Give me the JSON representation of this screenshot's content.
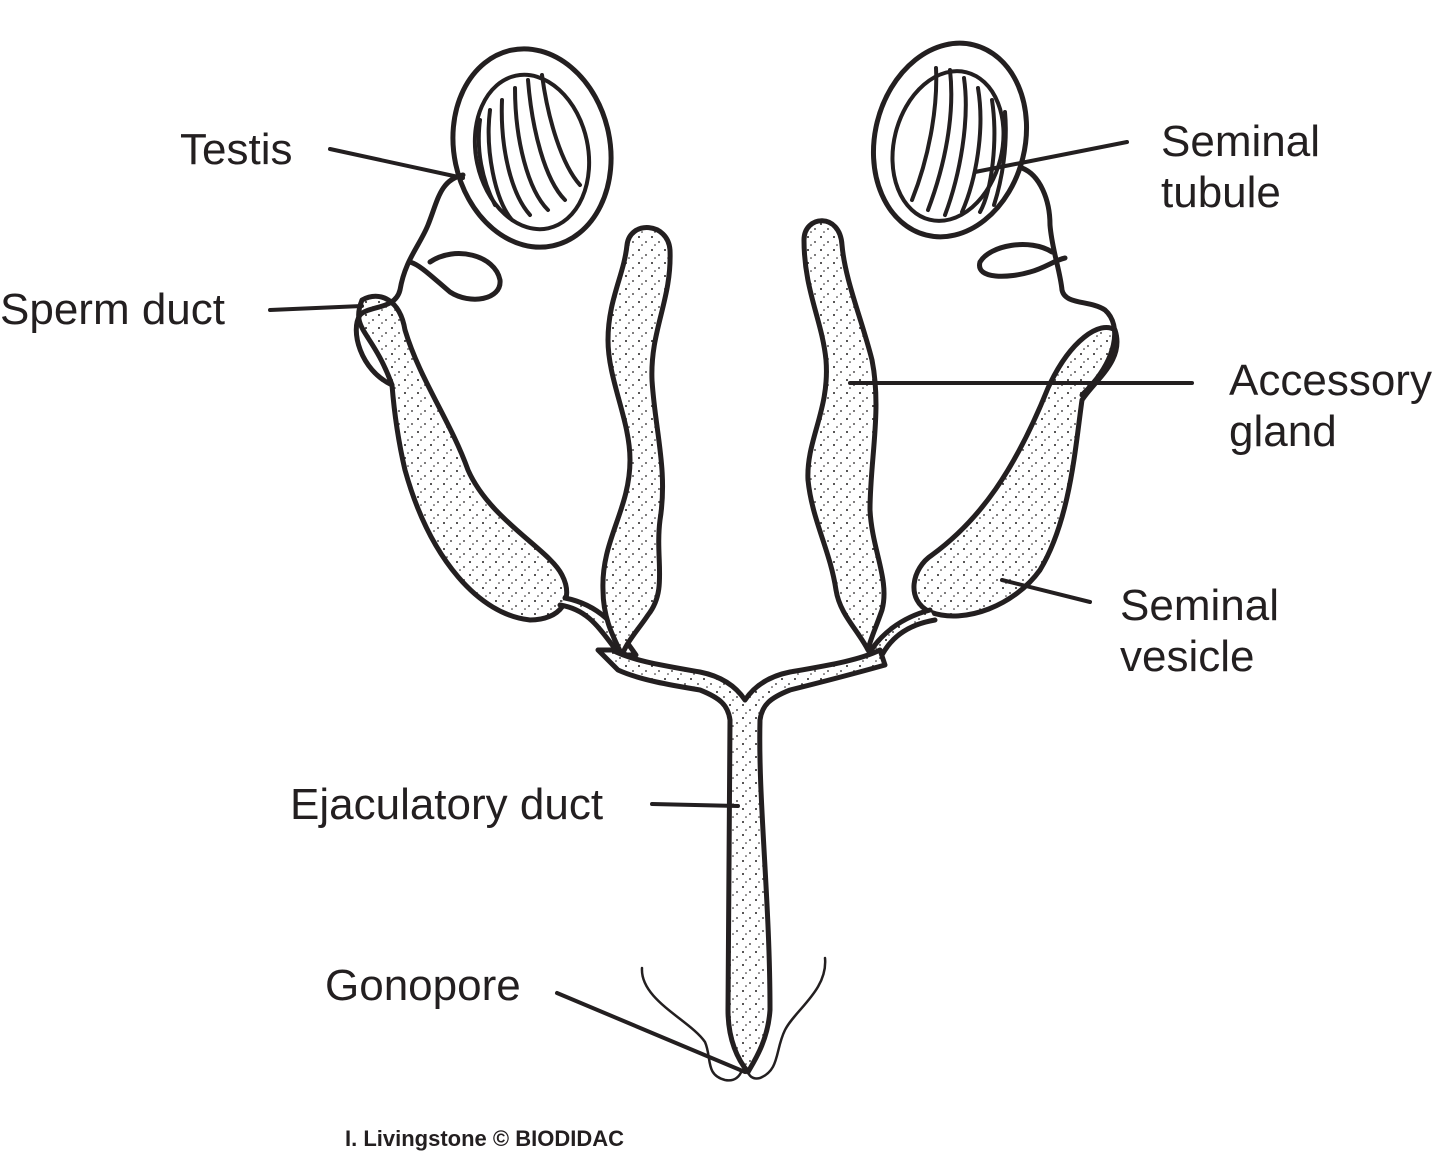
{
  "labels": {
    "testis": "Testis",
    "seminal_tubule": [
      "Seminal",
      "tubule"
    ],
    "sperm_duct": "Sperm duct",
    "accessory_gland": [
      "Accessory",
      "gland"
    ],
    "seminal_vesicle": [
      "Seminal",
      "vesicle"
    ],
    "ejaculatory_duct": "Ejaculatory duct",
    "gonopore": "Gonopore"
  },
  "credit": "I. Livingstone © BIODIDAC",
  "colors": {
    "ink": "#231f20",
    "background": "#ffffff"
  }
}
